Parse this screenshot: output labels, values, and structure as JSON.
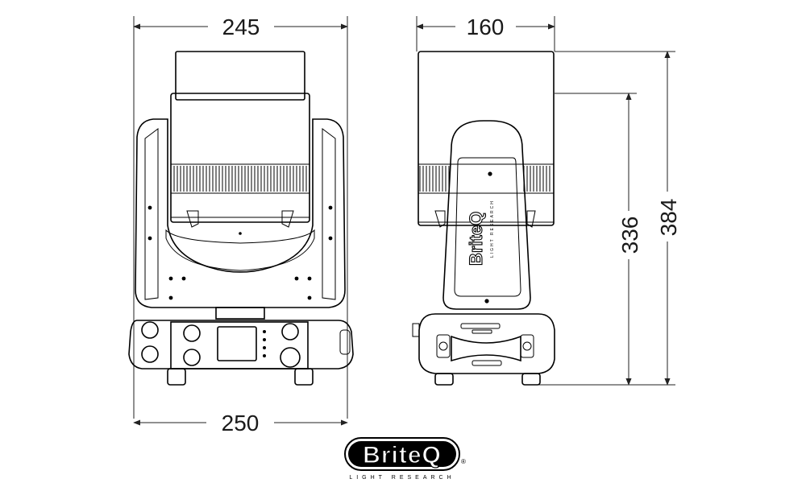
{
  "dimensions": {
    "front_head_width": "245",
    "side_head_depth": "160",
    "base_width": "250",
    "height_yoke": "336",
    "height_total": "384"
  },
  "logo": {
    "brand": "BriteQ",
    "tagline": "LIGHT RESEARCH",
    "registered": "®"
  },
  "colors": {
    "line": "#000000",
    "background": "#ffffff"
  }
}
